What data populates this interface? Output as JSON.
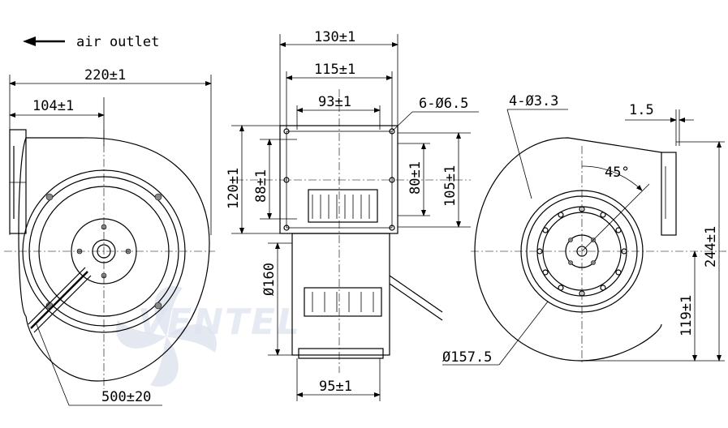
{
  "annotations": {
    "air_outlet": "air outlet",
    "width_total": "220±1",
    "offset_left": "104±1",
    "cable_length": "500±20",
    "width_130": "130±1",
    "width_115": "115±1",
    "width_93": "93±1",
    "holes_6": "6-Ø6.5",
    "height_120": "120±1",
    "height_88": "88±1",
    "height_80": "80±1",
    "height_105": "105±1",
    "dia_160": "Ø160",
    "width_95": "95±1",
    "holes_4": "4-Ø3.3",
    "thickness": "1.5",
    "angle": "45°",
    "height_244": "244±1",
    "height_119": "119±1",
    "dia_157": "Ø157.5"
  },
  "watermark": "VENTEL"
}
